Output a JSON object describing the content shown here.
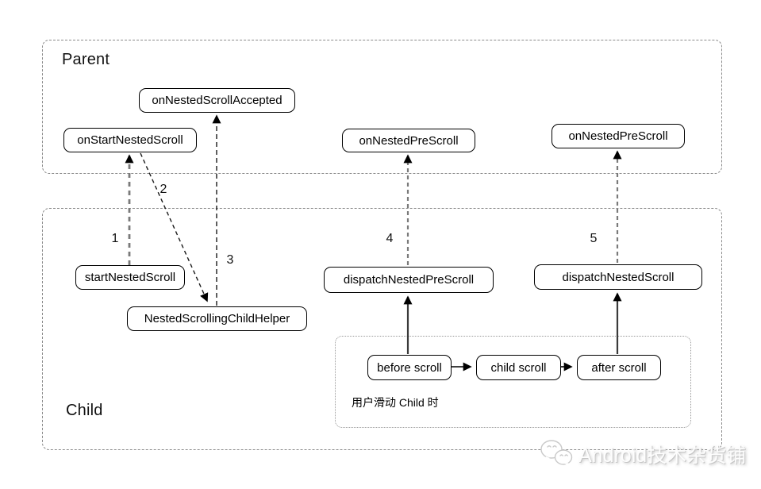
{
  "parent_section": {
    "label": "Parent",
    "nodes": {
      "on_nested_scroll_accepted": "onNestedScrollAccepted",
      "on_start_nested_scroll": "onStartNestedScroll",
      "on_nested_pre_scroll_left": "onNestedPreScroll",
      "on_nested_pre_scroll_right": "onNestedPreScroll"
    }
  },
  "child_section": {
    "label": "Child",
    "nodes": {
      "start_nested_scroll": "startNestedScroll",
      "nested_scrolling_child_helper": "NestedScrollingChildHelper",
      "dispatch_nested_pre_scroll": "dispatchNestedPreScroll",
      "dispatch_nested_scroll": "dispatchNestedScroll"
    },
    "scroll_sequence": {
      "before_scroll": "before scroll",
      "child_scroll": "child scroll",
      "after_scroll": "after scroll",
      "caption": "用户滑动 Child 时"
    }
  },
  "step_labels": {
    "step1": "1",
    "step2": "2",
    "step3": "3",
    "step4": "4",
    "step5": "5"
  },
  "watermark": {
    "text": "Android技术杂货铺"
  },
  "colors": {
    "node_border": "#000000",
    "container_border": "#8a8a8a",
    "arrow_gray": "#7a7a7a",
    "arrow_black": "#1a1a1a"
  }
}
